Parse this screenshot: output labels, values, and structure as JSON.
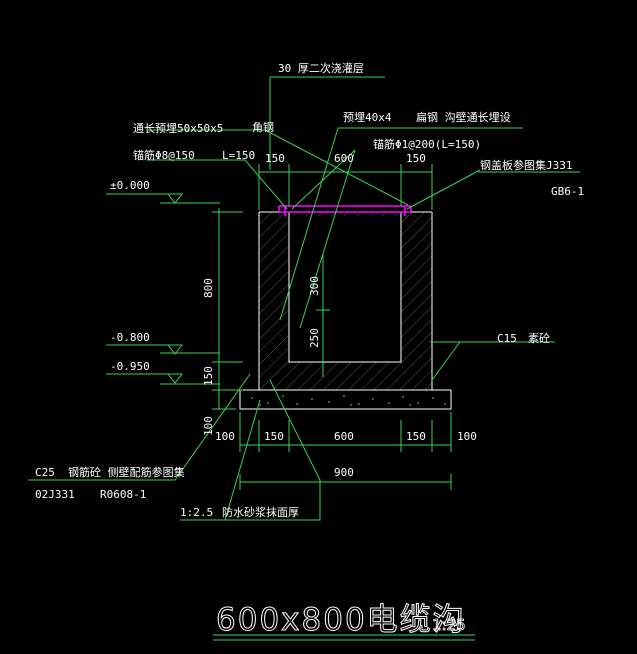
{
  "drawing": {
    "title": "600x800电缆沟",
    "scale": "1:25"
  },
  "labels": {
    "secondary_grout": "30 厚二次浇灌层",
    "embedded_angle": "通长预埋50x50x5",
    "angle_steel": "角钢",
    "embedded_flat": "预埋40x4",
    "flat_steel": "扁钢 沟壁通长埋设",
    "anchor_left": "锚筋Φ8@150",
    "anchor_left_len": "L=150",
    "anchor_mid": "锚筋Φ1@200(L=150)",
    "cover_ref": "钢盖板参图集J331",
    "cover_ref_code": "GB6-1",
    "c15": "C15",
    "c15_text": "素砼",
    "c25": "C25",
    "c25_text": "钢筋砼 侧壁配筋参图集",
    "ref_code_1": "02J331",
    "ref_code_2": "R0608-1",
    "mortar_ratio": "1:2.5",
    "mortar_text": "防水砂浆抹面厚"
  },
  "levels": {
    "ground": "±0.000",
    "inner_bottom": "-0.800",
    "base_bottom": "-0.950"
  },
  "dimensions": {
    "top_row": [
      "150",
      "600",
      "150"
    ],
    "bottom_row": [
      "100",
      "150",
      "600",
      "150",
      "100"
    ],
    "total_width": "900",
    "depth": "800",
    "slab": "150",
    "pad": "100",
    "inner_upper": "300",
    "inner_lower": "250"
  },
  "colors": {
    "lines": "#39d353",
    "text": "#ffffff",
    "cover": "#ff00ff",
    "background": "#000000"
  }
}
